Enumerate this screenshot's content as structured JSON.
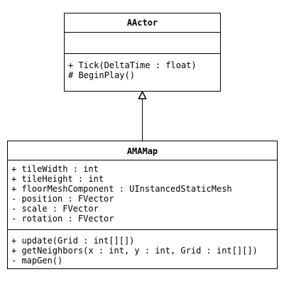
{
  "classes": [
    {
      "name": "AActor",
      "attributes": [],
      "operations": [
        "+ Tick(DeltaTime : float)",
        "# BeginPlay()"
      ]
    },
    {
      "name": "AMAMap",
      "attributes": [
        "+ tileWidth : int",
        "+ tileHeight : int",
        "+ floorMeshComponent : UInstancedStaticMesh",
        "- position : FVector",
        "- scale : FVector",
        "- rotation : FVector"
      ],
      "operations": [
        "+ update(Grid : int[][])",
        "+ getNeighbors(x : int, y : int, Grid : int[][])",
        "- mapGen()"
      ]
    }
  ],
  "relationships": [
    {
      "type": "generalization",
      "from": "AMAMap",
      "to": "AActor"
    }
  ],
  "colors": {
    "line": "#000000",
    "fill": "#ffffff"
  }
}
